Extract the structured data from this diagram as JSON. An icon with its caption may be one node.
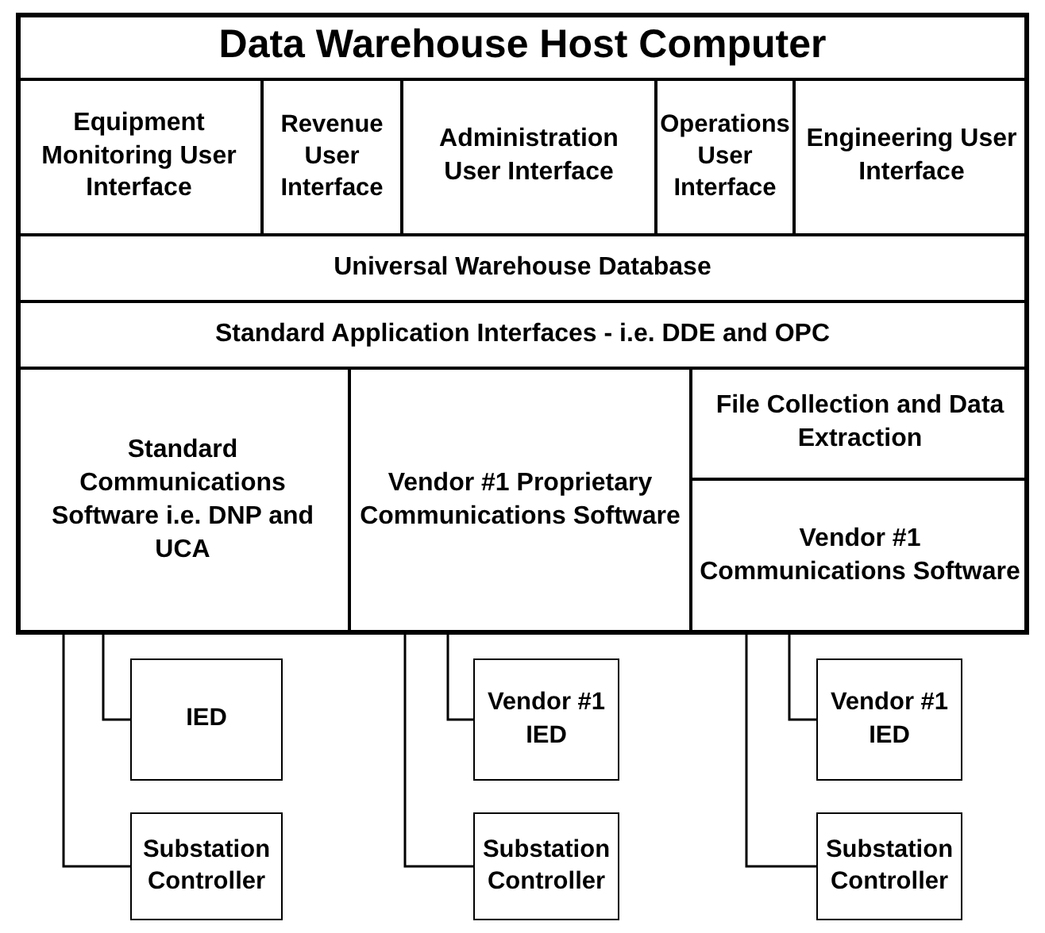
{
  "diagram": {
    "nodes": [
      {
        "text": [
          "Data Warehouse Host Computer"
        ]
      },
      {
        "text": [
          "Equipment Monitoring User Interface"
        ],
        "in": 0
      },
      {
        "text": [
          "Revenue User Interface"
        ],
        "in": 0
      },
      {
        "text": [
          "Administration User Interface"
        ],
        "in": 0
      },
      {
        "text": [
          "Operations User Interface"
        ],
        "in": 0
      },
      {
        "text": [
          "Engineering User Interface"
        ],
        "in": 0
      },
      {
        "text": [
          "Universal Warehouse Database"
        ],
        "in": 0
      },
      {
        "text": [
          "Standard Application Interfaces - i.e. DDE and OPC"
        ],
        "in": 0
      },
      {
        "text": [
          "Standard Communications Software i.e. DNP and UCA"
        ],
        "in": 0
      },
      {
        "text": [
          "Vendor #1 Proprietary Communications Software"
        ],
        "in": 0
      },
      {
        "text": [
          "File Collection and Data Extraction"
        ],
        "in": 0
      },
      {
        "text": [
          "Vendor #1 Communications Software"
        ],
        "in": 0
      },
      {
        "text": [
          "IED"
        ]
      },
      {
        "text": [
          "Substation Controller"
        ]
      },
      {
        "text": [
          "Vendor #1 IED"
        ]
      },
      {
        "text": [
          "Substation Controller"
        ]
      },
      {
        "text": [
          "Vendor #1 IED"
        ]
      },
      {
        "text": [
          "Substation Controller"
        ]
      }
    ],
    "edges": [
      {
        "from": 8,
        "to": 12,
        "arrow": "none"
      },
      {
        "from": 8,
        "to": 13,
        "arrow": "none"
      },
      {
        "from": 9,
        "to": 14,
        "arrow": "none"
      },
      {
        "from": 9,
        "to": 15,
        "arrow": "none"
      },
      {
        "from": 11,
        "to": 16,
        "arrow": "none"
      },
      {
        "from": 11,
        "to": 17,
        "arrow": "none"
      }
    ]
  }
}
